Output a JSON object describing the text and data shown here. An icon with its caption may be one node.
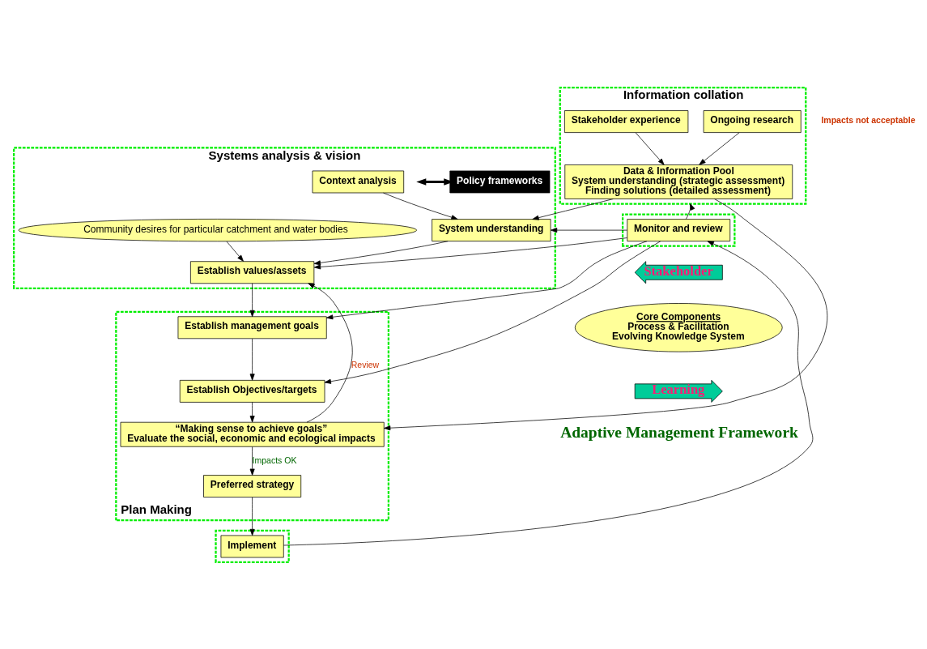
{
  "diagram": {
    "nodes": [
      {
        "text": [
          "Systems analysis & vision"
        ]
      },
      {
        "text": [
          "Context analysis"
        ],
        "in": 0
      },
      {
        "text": [
          "Policy frameworks"
        ],
        "in": 0
      },
      {
        "text": [
          "System understanding"
        ],
        "in": 0
      },
      {
        "text": [
          "Community desires for particular catchment and water bodies"
        ],
        "in": 0
      },
      {
        "text": [
          "Establish values/assets"
        ],
        "in": 0
      },
      {
        "text": [
          "Information collation"
        ]
      },
      {
        "text": [
          "Data & Information Pool",
          "System understanding (strategic assessment)",
          "Finding solutions (detailed assessment)"
        ],
        "in": 6
      },
      {
        "text": [
          "Ongoing research"
        ],
        "in": 6
      },
      {
        "text": [
          "Stakeholder experience"
        ],
        "in": 6
      },
      {
        "text": [],
        "shape": "box"
      },
      {
        "text": [
          "Monitor and review"
        ],
        "in": 10
      },
      {
        "text": [
          "Plan Making"
        ]
      },
      {
        "text": [
          "Establish management goals"
        ],
        "in": 12
      },
      {
        "text": [
          "Establish Objectives/targets"
        ],
        "in": 12
      },
      {
        "text": [
          "“Making sense to achieve goals”",
          "Evaluate the social, economic and ecological impacts"
        ],
        "in": 12
      },
      {
        "text": [
          "Preferred strategy"
        ],
        "in": 12
      },
      {
        "text": [],
        "shape": "box"
      },
      {
        "text": [
          "Implement"
        ],
        "in": 17
      },
      {
        "text": [
          "Core Components",
          "Process & Facilitation",
          "Evolving Knowledge System"
        ]
      },
      {
        "text": [
          "Stakeholder"
        ]
      },
      {
        "text": [
          "Learning"
        ]
      }
    ],
    "edges": [
      {
        "from": null,
        "to": 2,
        "arrow": "both",
        "style": "thick"
      },
      {
        "from": 1,
        "to": 3,
        "arrow": "to"
      },
      {
        "from": 7,
        "to": 3,
        "arrow": "to"
      },
      {
        "from": 3,
        "to": 5,
        "arrow": "to"
      },
      {
        "from": 4,
        "to": 5,
        "arrow": "to"
      },
      {
        "from": 11,
        "to": 3,
        "arrow": "to"
      },
      {
        "from": 11,
        "to": 5,
        "arrow": "to"
      },
      {
        "from": 11,
        "to": 13,
        "arrow": "to"
      },
      {
        "from": 11,
        "to": 14,
        "arrow": "to"
      },
      {
        "from": 5,
        "to": 13,
        "arrow": "to"
      },
      {
        "from": 13,
        "to": 14,
        "arrow": "to"
      },
      {
        "from": 14,
        "to": 15,
        "arrow": "to"
      },
      {
        "from": 7,
        "to": 15,
        "arrow": "to"
      },
      {
        "from": 15,
        "to": 5,
        "arrow": "to",
        "label": "Review"
      },
      {
        "from": 15,
        "to": 16,
        "arrow": "to",
        "label": "Impacts OK"
      },
      {
        "from": 16,
        "to": 18,
        "arrow": "to"
      },
      {
        "from": 18,
        "to": 11,
        "arrow": "to"
      },
      {
        "from": 11,
        "to": 6,
        "arrow": "to"
      },
      {
        "from": 8,
        "to": 7,
        "arrow": "to"
      },
      {
        "from": 9,
        "to": 7,
        "arrow": "to"
      }
    ],
    "labels": [
      "Impacts not acceptable",
      "Adaptive Management Framework"
    ]
  }
}
